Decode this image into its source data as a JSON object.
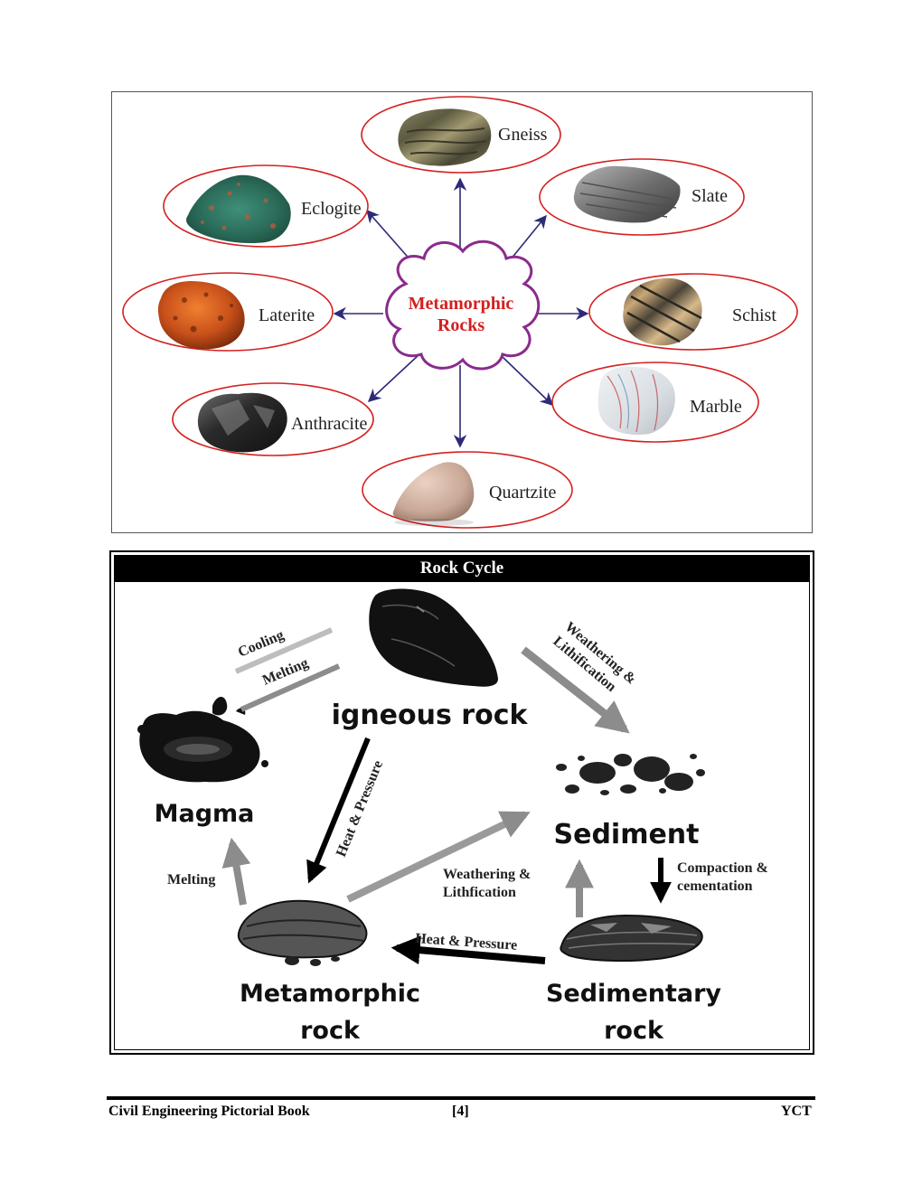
{
  "metamorphic": {
    "center_label_line1": "Metamorphic",
    "center_label_line2": "Rocks",
    "rocks": {
      "gneiss": "Gneiss",
      "slate": "Slate",
      "eclogite": "Eclogite",
      "laterite": "Laterite",
      "schist": "Schist",
      "anthracite": "Anthracite",
      "marble": "Marble",
      "quartzite": "Quartzite"
    }
  },
  "rock_cycle": {
    "title": "Rock Cycle",
    "nodes": {
      "igneous": "igneous rock",
      "magma": "Magma",
      "sediment": "Sediment",
      "metamorphic_line1": "Metamorphic",
      "metamorphic_line2": "rock",
      "sedimentary_line1": "Sedimentary",
      "sedimentary_line2": "rock"
    },
    "processes": {
      "cooling": "Cooling",
      "melting_top": "Melting",
      "weathering_top_line1": "Weathering &",
      "weathering_top_line2": "Lithification",
      "heat_pressure_vertical": "Heat & Pressure",
      "melting_left": "Melting",
      "weathering_mid_line1": "Weathering &",
      "weathering_mid_line2": "Lithfication",
      "compaction_line1": "Compaction &",
      "compaction_line2": "cementation",
      "heat_pressure_bottom": "Heat & Pressure"
    }
  },
  "footer": {
    "left": "Civil Engineering Pictorial Book",
    "center": "[4]",
    "right": "YCT"
  },
  "colors": {
    "ellipse_border": "#d42020",
    "arrow": "#2d2a7a",
    "cloud_border": "#8a2b8c",
    "center_text": "#d42020",
    "cycle_arrow_grey": "#8c8c8c"
  }
}
